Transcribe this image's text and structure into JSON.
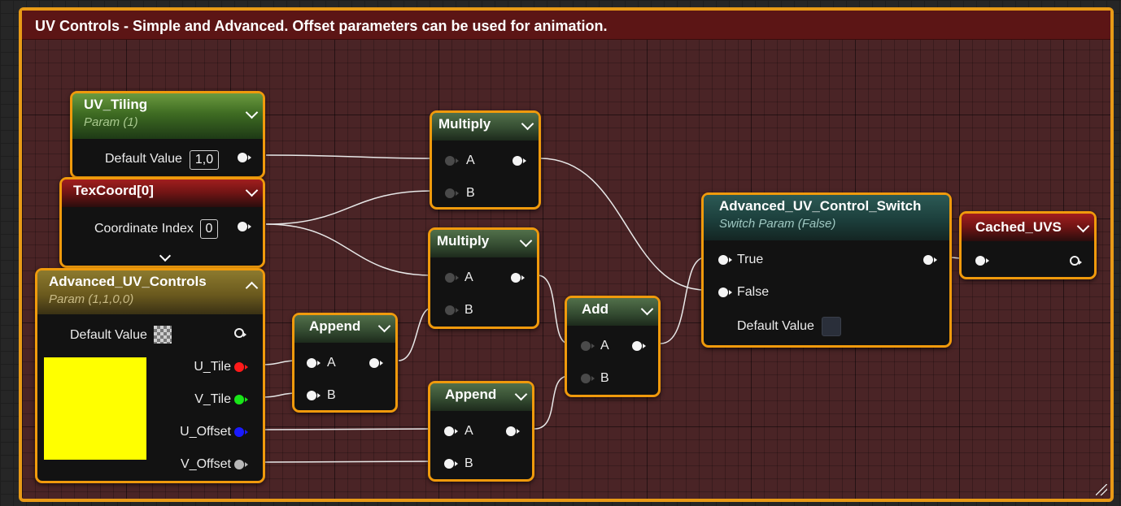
{
  "comment": {
    "title": "UV Controls - Simple and Advanced. Offset parameters can be used for animation."
  },
  "nodes": {
    "uv_tiling": {
      "title": "UV_Tiling",
      "subtitle": "Param (1)",
      "default_label": "Default Value",
      "default_value": "1,0"
    },
    "texcoord": {
      "title": "TexCoord[0]",
      "coord_label": "Coordinate Index",
      "coord_value": "0"
    },
    "advanced_uv_controls": {
      "title": "Advanced_UV_Controls",
      "subtitle": "Param (1,1,0,0)",
      "default_label": "Default Value",
      "preview_color": "#ffff00",
      "outputs": [
        "U_Tile",
        "V_Tile",
        "U_Offset",
        "V_Offset"
      ]
    },
    "multiply_1": {
      "title": "Multiply",
      "in_a": "A",
      "in_b": "B"
    },
    "multiply_2": {
      "title": "Multiply",
      "in_a": "A",
      "in_b": "B"
    },
    "append_1": {
      "title": "Append",
      "in_a": "A",
      "in_b": "B"
    },
    "append_2": {
      "title": "Append",
      "in_a": "A",
      "in_b": "B"
    },
    "add": {
      "title": "Add",
      "in_a": "A",
      "in_b": "B"
    },
    "switch": {
      "title": "Advanced_UV_Control_Switch",
      "subtitle": "Switch Param (False)",
      "in_true": "True",
      "in_false": "False",
      "default_label": "Default Value"
    },
    "cached_uvs": {
      "title": "Cached_UVS"
    }
  },
  "colors": {
    "node_border": "#f09a0c",
    "comment_border": "#e89a16",
    "comment_title_bg": "#5c1515",
    "pin_red": "#ff1a1a",
    "pin_green": "#19e619",
    "pin_blue": "#1a1aff",
    "pin_grey": "#b8b8b8"
  }
}
